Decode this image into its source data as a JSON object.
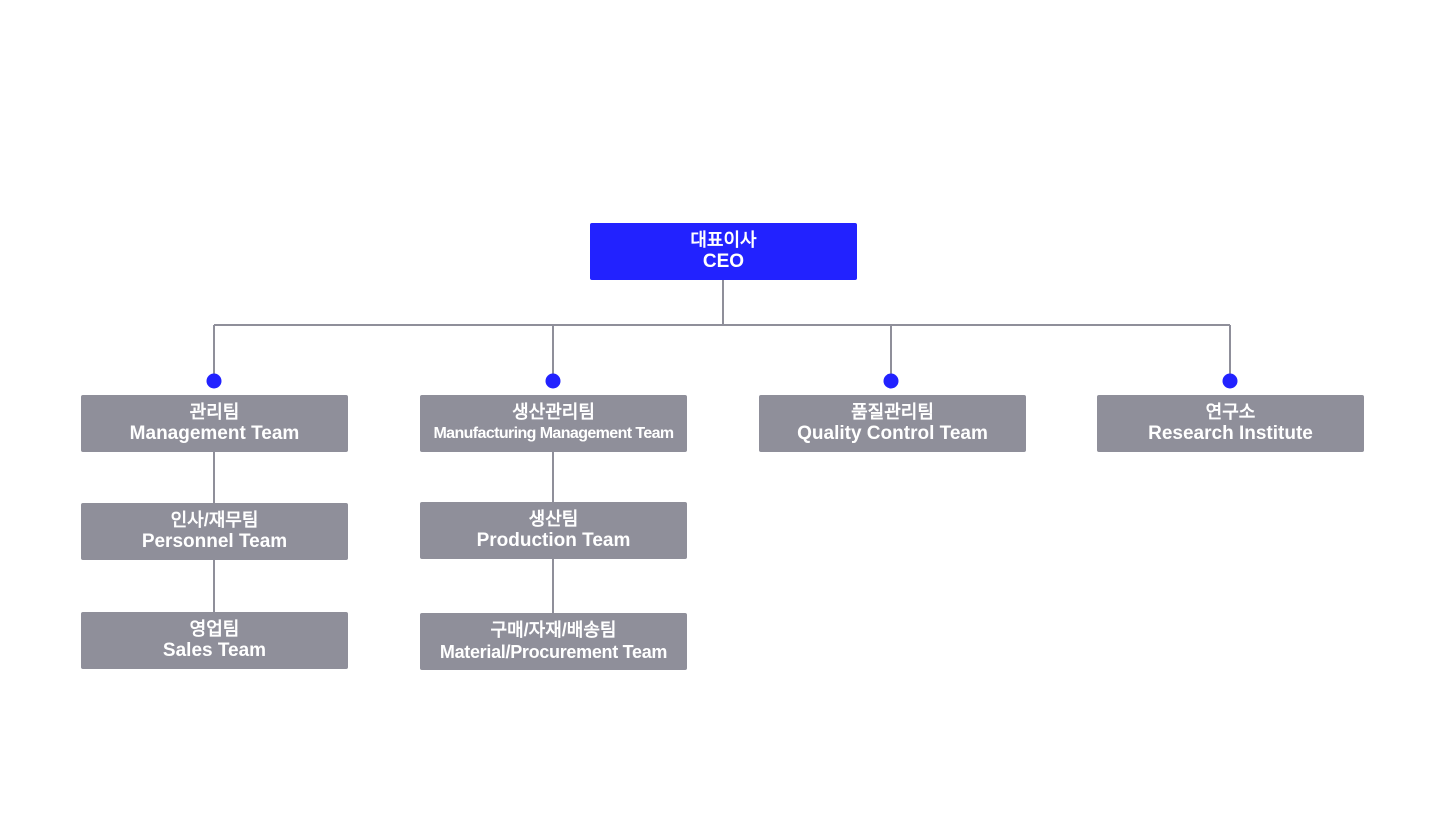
{
  "colors": {
    "ceo_box": "#2222ff",
    "team_box": "#8f8f9a",
    "connector_line": "#8f8f9a",
    "connector_dot": "#2222ff",
    "text": "#ffffff"
  },
  "ceo": {
    "ko": "대표이사",
    "en": "CEO"
  },
  "teams": {
    "management": {
      "ko": "관리팀",
      "en": "Management Team",
      "children": {
        "personnel": {
          "ko": "인사/재무팀",
          "en": "Personnel Team"
        },
        "sales": {
          "ko": "영업팀",
          "en": "Sales Team"
        }
      }
    },
    "manufacturing": {
      "ko": "생산관리팀",
      "en": "Manufacturing Management Team",
      "children": {
        "production": {
          "ko": "생산팀",
          "en": "Production Team"
        },
        "procurement": {
          "ko": "구매/자재/배송팀",
          "en": "Material/Procurement Team"
        }
      }
    },
    "quality": {
      "ko": "품질관리팀",
      "en": "Quality Control Team"
    },
    "research": {
      "ko": "연구소",
      "en": "Research Institute"
    }
  }
}
